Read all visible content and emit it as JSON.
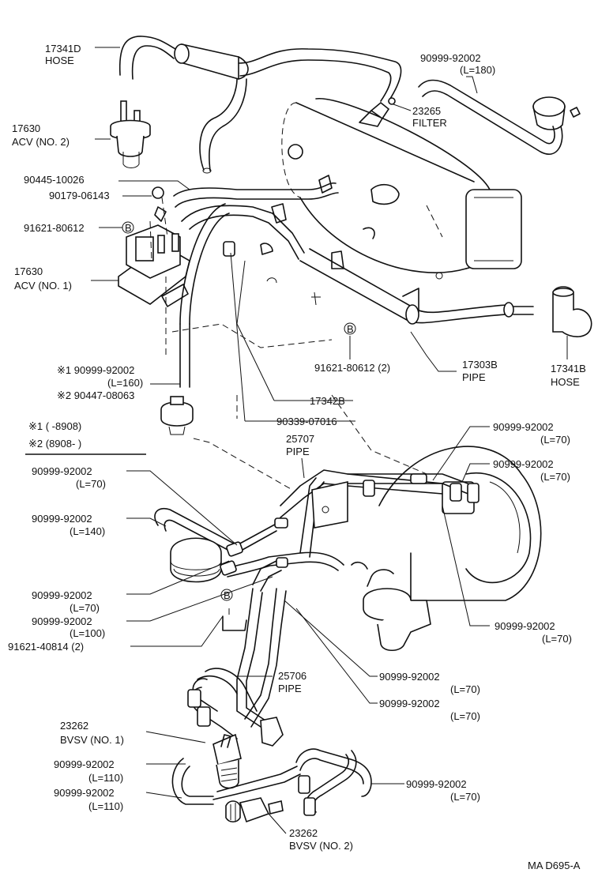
{
  "labels": {
    "hose_17341d": [
      "17341D",
      "HOSE"
    ],
    "acv2": [
      "17630",
      "ACV (NO. 2)"
    ],
    "p90445": "90445-10026",
    "p90179": "90179-06143",
    "p91621_top": "91621-80612",
    "acv1": [
      "17630",
      "ACV (NO. 1)"
    ],
    "hose_top_right": [
      "90999-92002",
      "(L=180)"
    ],
    "filter": [
      "23265",
      "FILTER"
    ],
    "p91621_mid": "91621-80612 (2)",
    "pipe_17303b": [
      "17303B",
      "PIPE"
    ],
    "hose_17341b": [
      "17341B",
      "HOSE"
    ],
    "note_hose": [
      "※1 90999-92002",
      "(L=160)",
      "※2 90447-08063"
    ],
    "p17342b": "17342B",
    "p90339": "90339-07016",
    "legend_1": "※1 (        -8908)",
    "legend_2": "※2 (8908-         )",
    "pipe_25707": [
      "25707",
      "PIPE"
    ],
    "r_hose_a": [
      "90999-92002",
      "(L=70)"
    ],
    "r_hose_b": [
      "90999-92002",
      "(L=70)"
    ],
    "l_hose_a": [
      "90999-92002",
      "(L=70)"
    ],
    "l_hose_b": [
      "90999-92002",
      "(L=140)"
    ],
    "l_hose_c": [
      "90999-92002",
      "(L=70)"
    ],
    "l_hose_d": [
      "90999-92002",
      "(L=100)"
    ],
    "p91621_low": "91621-40814 (2)",
    "r_hose_c": [
      "90999-92002",
      "(L=70)"
    ],
    "pipe_25706": [
      "25706",
      "PIPE"
    ],
    "r_hose_d": [
      "90999-92002",
      "(L=70)"
    ],
    "r_hose_e": [
      "90999-92002",
      "(L=70)"
    ],
    "bvsv1": [
      "23262",
      "BVSV (NO. 1)"
    ],
    "l_hose_e": [
      "90999-92002",
      "(L=110)"
    ],
    "l_hose_f": [
      "90999-92002",
      "(L=110)"
    ],
    "r_hose_f": [
      "90999-92002",
      "(L=70)"
    ],
    "bvsv2": [
      "23262",
      "BVSV (NO. 2)"
    ],
    "footer_code": "MA  D695-A",
    "bolt_b": "B"
  }
}
